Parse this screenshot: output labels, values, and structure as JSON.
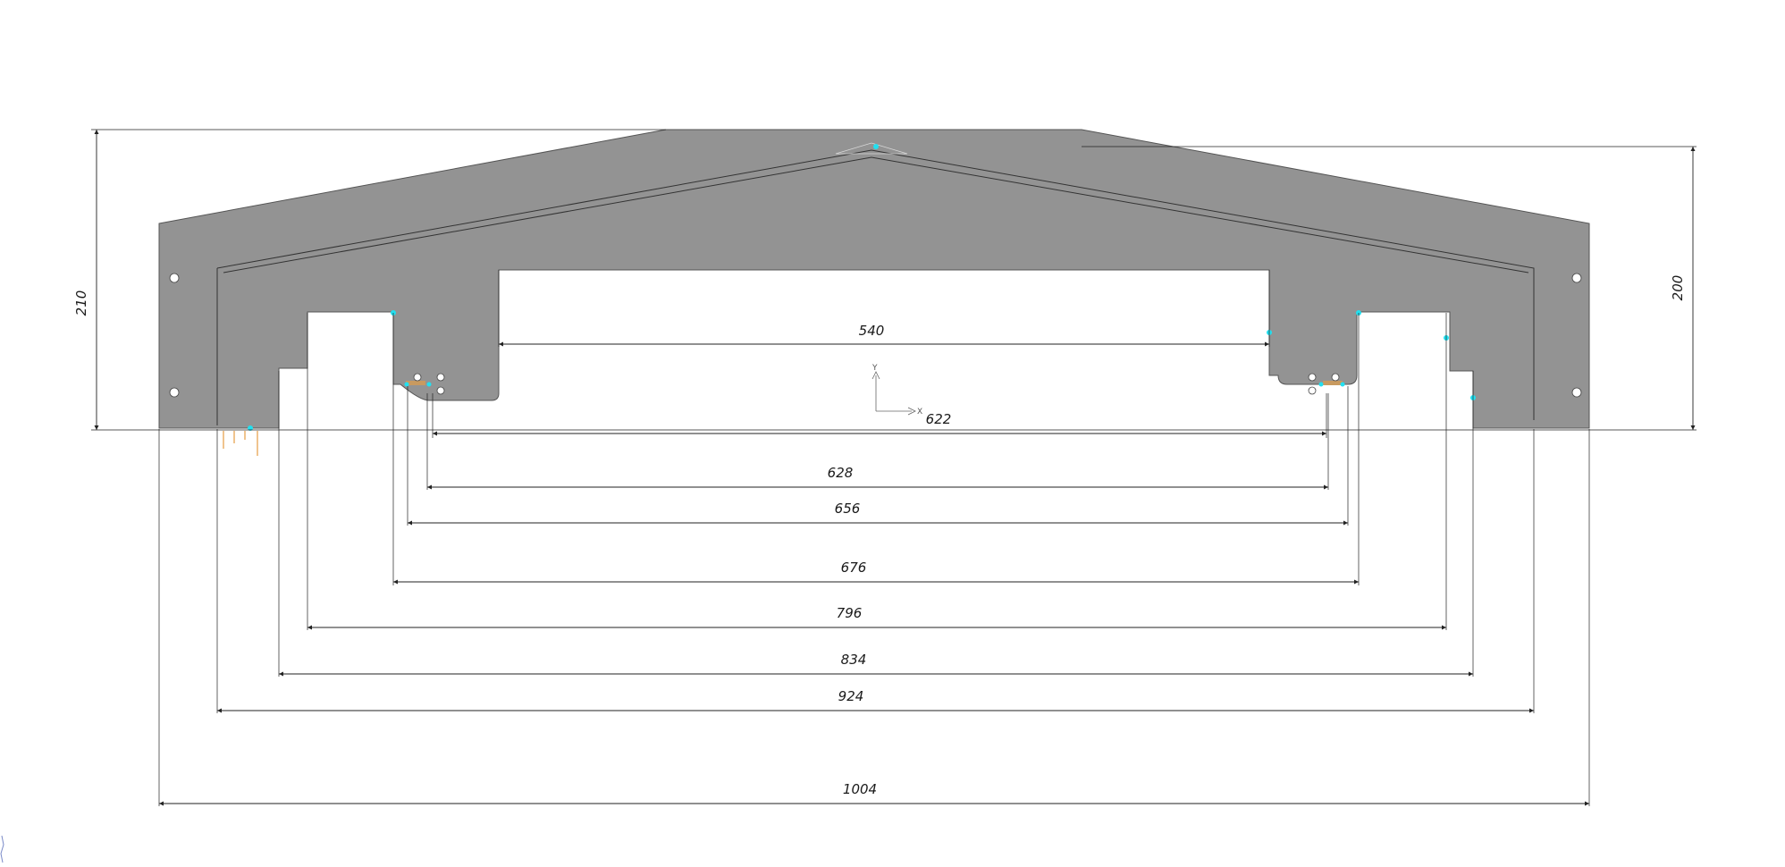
{
  "drawing": {
    "axes": {
      "x_label": "X",
      "y_label": "Y"
    },
    "dimensions": {
      "horizontal": [
        {
          "id": "dim-540",
          "label": "540"
        },
        {
          "id": "dim-622",
          "label": "622"
        },
        {
          "id": "dim-628",
          "label": "628"
        },
        {
          "id": "dim-656",
          "label": "656"
        },
        {
          "id": "dim-676",
          "label": "676"
        },
        {
          "id": "dim-796",
          "label": "796"
        },
        {
          "id": "dim-834",
          "label": "834"
        },
        {
          "id": "dim-924",
          "label": "924"
        },
        {
          "id": "dim-1004",
          "label": "1004"
        }
      ],
      "vertical": [
        {
          "id": "dim-210",
          "label": "210"
        },
        {
          "id": "dim-200",
          "label": "200"
        }
      ]
    },
    "colors": {
      "part_fill": "#939393",
      "snap_point": "#22e0f0",
      "marker": "#e08a1e",
      "background": "#ffffff"
    }
  }
}
